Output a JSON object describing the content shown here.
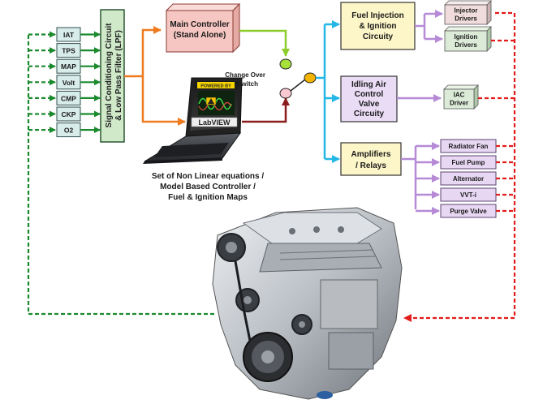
{
  "sensors": [
    "IAT",
    "TPS",
    "MAP",
    "Volt",
    "CMP",
    "CKP",
    "O2"
  ],
  "signal_conditioning": {
    "line1": "Signal Conditioning Circuit",
    "line2": "& Low Pass Filter (LPF)"
  },
  "main_controller": {
    "line1": "Main Controller",
    "line2": "(Stand Alone)"
  },
  "switch_label": {
    "line1": "Change Over",
    "line2": "Switch"
  },
  "laptop": {
    "banner": "POWERED BY",
    "logo": "LabVIEW",
    "caption": [
      "Set of Non Linear equations /",
      "Model Based Controller /",
      "Fuel & Ignition Maps"
    ]
  },
  "fuel_ignition": {
    "lines": [
      "Fuel Injection",
      "& Ignition",
      "Circuity"
    ]
  },
  "injector_drivers": {
    "lines": [
      "Injector",
      "Drivers"
    ]
  },
  "ignition_drivers": {
    "lines": [
      "Ignition",
      "Drivers"
    ]
  },
  "idling_air": {
    "lines": [
      "Idling Air",
      "Control",
      "Valve",
      "Circuity"
    ]
  },
  "iac_driver": {
    "lines": [
      "IAC",
      "Driver"
    ]
  },
  "amplifiers": {
    "lines": [
      "Amplifiers",
      "/ Relays"
    ]
  },
  "actuators": [
    "Radiator Fan",
    "Fuel Pump",
    "Alternator",
    "VVT-i",
    "Purge Valve"
  ],
  "colors": {
    "sensor_fill": "#d8ecea",
    "sc_fill": "#cfe9c9",
    "main_front": "#f6c7c2",
    "main_top": "#f9dcd8",
    "main_side": "#e5aaa3",
    "fuel_fill": "#fdf6c8",
    "idle_fill": "#eadcf5",
    "driver_fill": "#dcebd8",
    "injector_fill": "#f0dcdc",
    "actuator_fill": "#e8d7f3",
    "green": "#1b8a2e",
    "orange": "#f07a1e",
    "lime": "#8dcc2d",
    "darkred": "#8a1c1c",
    "cyan": "#23b7e5",
    "violet": "#b68ad6",
    "red": "#e21b1b"
  }
}
